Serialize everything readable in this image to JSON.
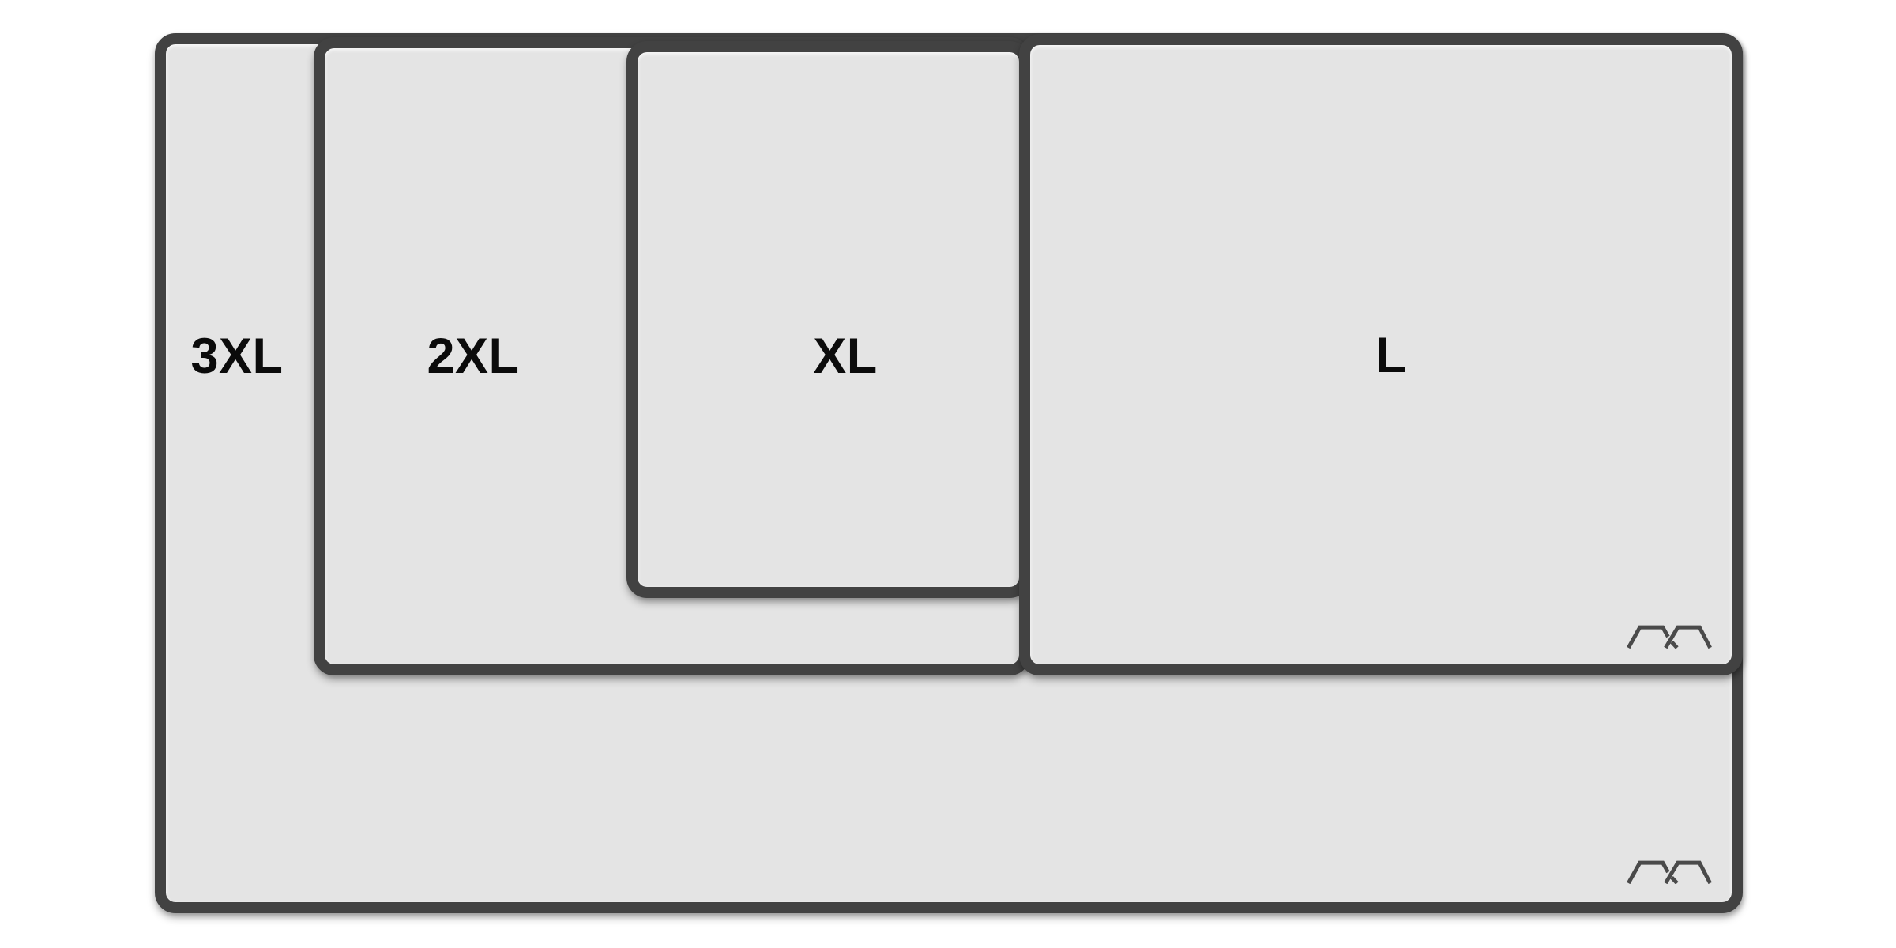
{
  "diagram": {
    "pads": [
      {
        "id": "3xl",
        "label": "3XL"
      },
      {
        "id": "2xl",
        "label": "2XL"
      },
      {
        "id": "xl",
        "label": "XL"
      },
      {
        "id": "l",
        "label": "L"
      }
    ],
    "brand_logo_icon": "double-mountain-monogram",
    "colors": {
      "background": "#ffffff",
      "pad_fill": "#e4e4e4",
      "pad_border": "#424242",
      "label_text": "#0b0b0b",
      "logo": "#4a4a4a"
    }
  }
}
